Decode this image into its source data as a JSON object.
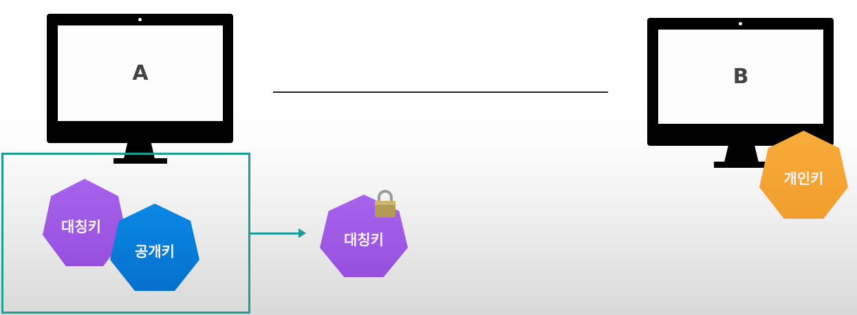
{
  "computer_a": {
    "label": "A"
  },
  "computer_b": {
    "label": "B"
  },
  "keys": {
    "symmetric_a": "대칭키",
    "public_a": "공개키",
    "symmetric_locked": "대칭키",
    "private_b": "개인키"
  },
  "colors": {
    "purple": "#9b59e0",
    "blue": "#0a7bd8",
    "orange": "#f5a535",
    "teal": "#1a9e96"
  }
}
